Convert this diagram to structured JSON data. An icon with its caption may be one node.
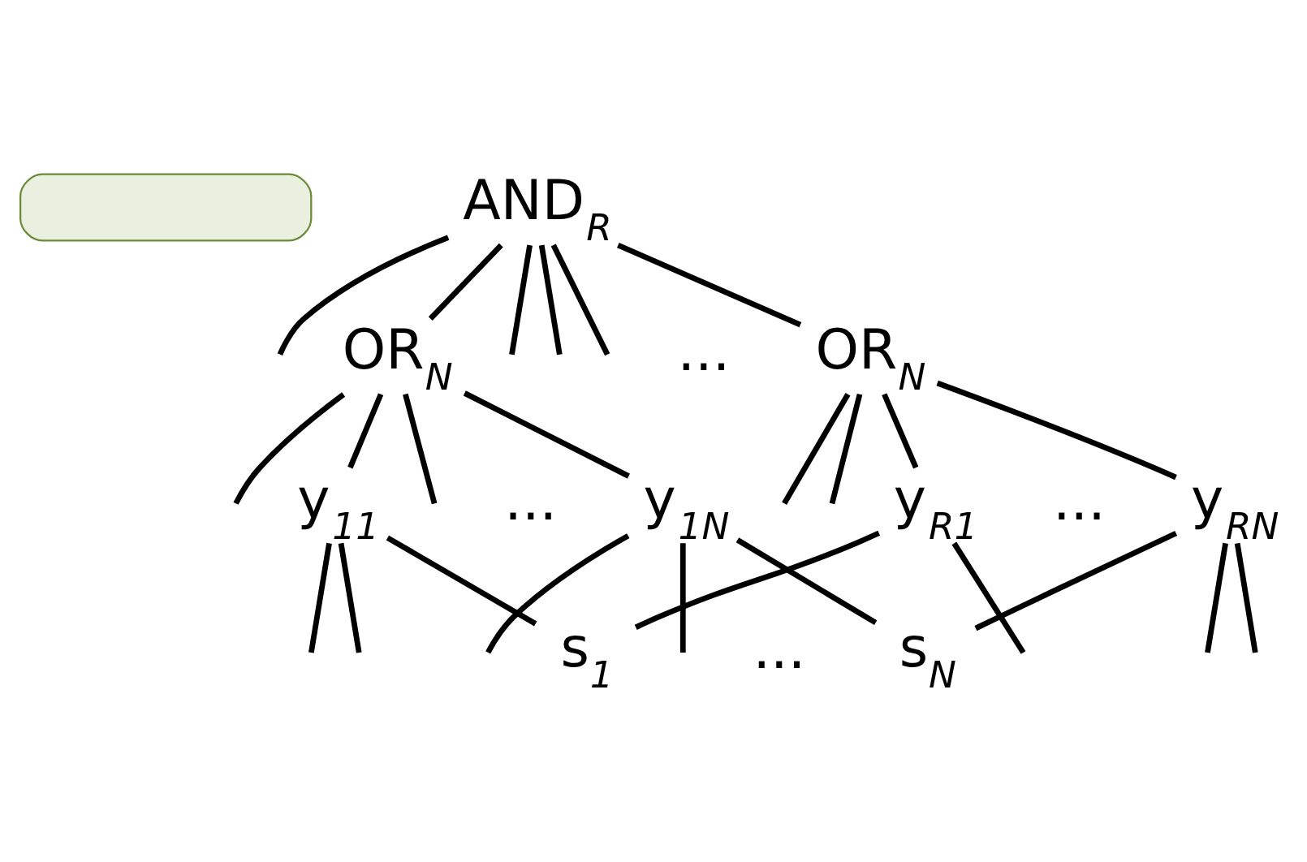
{
  "diagram": {
    "nodes": [
      {
        "text": [],
        "shape": "box"
      },
      {
        "text": [
          "AND$_{R}$"
        ]
      },
      {
        "text": [
          "OR$_{N}$"
        ]
      },
      {
        "text": [
          "OR$_{N}$"
        ]
      },
      {
        "text": [
          "y$_{11}$"
        ]
      },
      {
        "text": [
          "y$_{1N}$"
        ]
      },
      {
        "text": [
          "y$_{R1}$"
        ]
      },
      {
        "text": [
          "y$_{RN}$"
        ]
      },
      {
        "text": [
          "s$_{1}$"
        ]
      },
      {
        "text": [
          "s$_{N}$"
        ]
      }
    ],
    "edges": [
      {
        "from": 1,
        "to": 2,
        "arrow": "none"
      },
      {
        "from": 1,
        "to": null,
        "arrow": "none"
      },
      {
        "from": 1,
        "to": null,
        "arrow": "none"
      },
      {
        "from": 1,
        "to": null,
        "arrow": "none"
      },
      {
        "from": 1,
        "to": null,
        "arrow": "none"
      },
      {
        "from": 1,
        "to": 3,
        "arrow": "none"
      },
      {
        "from": 2,
        "to": 4,
        "arrow": "none"
      },
      {
        "from": 2,
        "to": null,
        "arrow": "none"
      },
      {
        "from": 2,
        "to": null,
        "arrow": "none"
      },
      {
        "from": 2,
        "to": 5,
        "arrow": "none"
      },
      {
        "from": 3,
        "to": 6,
        "arrow": "none"
      },
      {
        "from": 3,
        "to": null,
        "arrow": "none"
      },
      {
        "from": 3,
        "to": null,
        "arrow": "none"
      },
      {
        "from": 3,
        "to": 7,
        "arrow": "none"
      },
      {
        "from": 4,
        "to": 8,
        "arrow": "none"
      },
      {
        "from": 4,
        "to": null,
        "arrow": "none"
      },
      {
        "from": 4,
        "to": null,
        "arrow": "none"
      },
      {
        "from": 5,
        "to": null,
        "arrow": "none"
      },
      {
        "from": 5,
        "to": 9,
        "arrow": "none"
      },
      {
        "from": 5,
        "to": null,
        "arrow": "none"
      },
      {
        "from": 6,
        "to": 8,
        "arrow": "none"
      },
      {
        "from": 6,
        "to": null,
        "arrow": "none"
      },
      {
        "from": 7,
        "to": null,
        "arrow": "none"
      },
      {
        "from": 7,
        "to": null,
        "arrow": "none"
      },
      {
        "from": 7,
        "to": 9,
        "arrow": "none"
      }
    ],
    "labels": [
      "...",
      "...",
      "...",
      "..."
    ]
  }
}
